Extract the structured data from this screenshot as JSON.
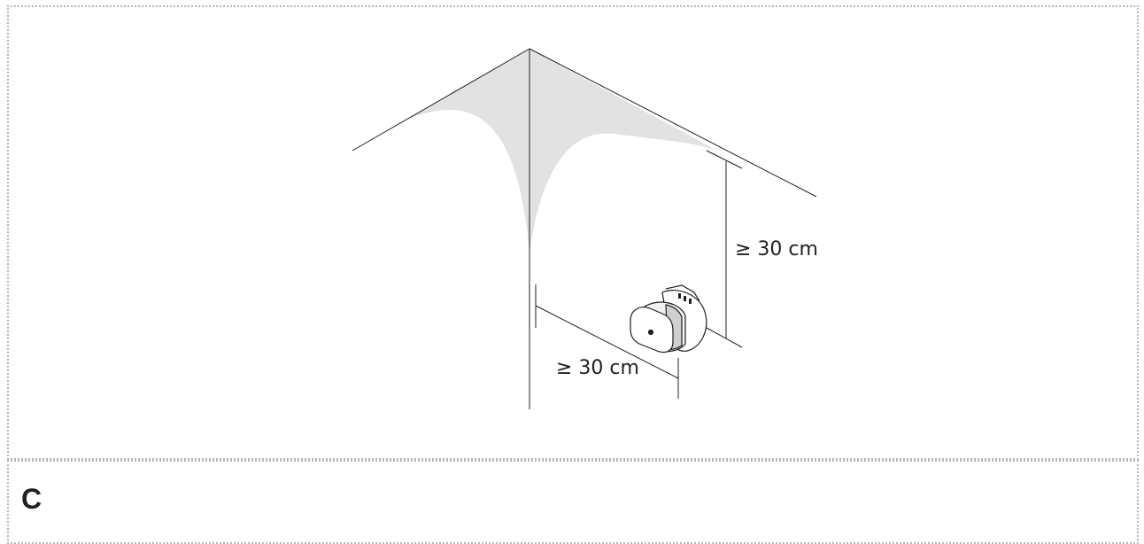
{
  "figure": {
    "letter": "C",
    "ceiling_clearance_label": "≥ 30 cm",
    "wall_clearance_label": "≥ 30 cm"
  },
  "colors": {
    "line": "#231f20",
    "shade": "#e2e2e2",
    "panel_border": "#b5b5b5"
  },
  "icons": {
    "device": "wall-mounted-device-icon"
  }
}
